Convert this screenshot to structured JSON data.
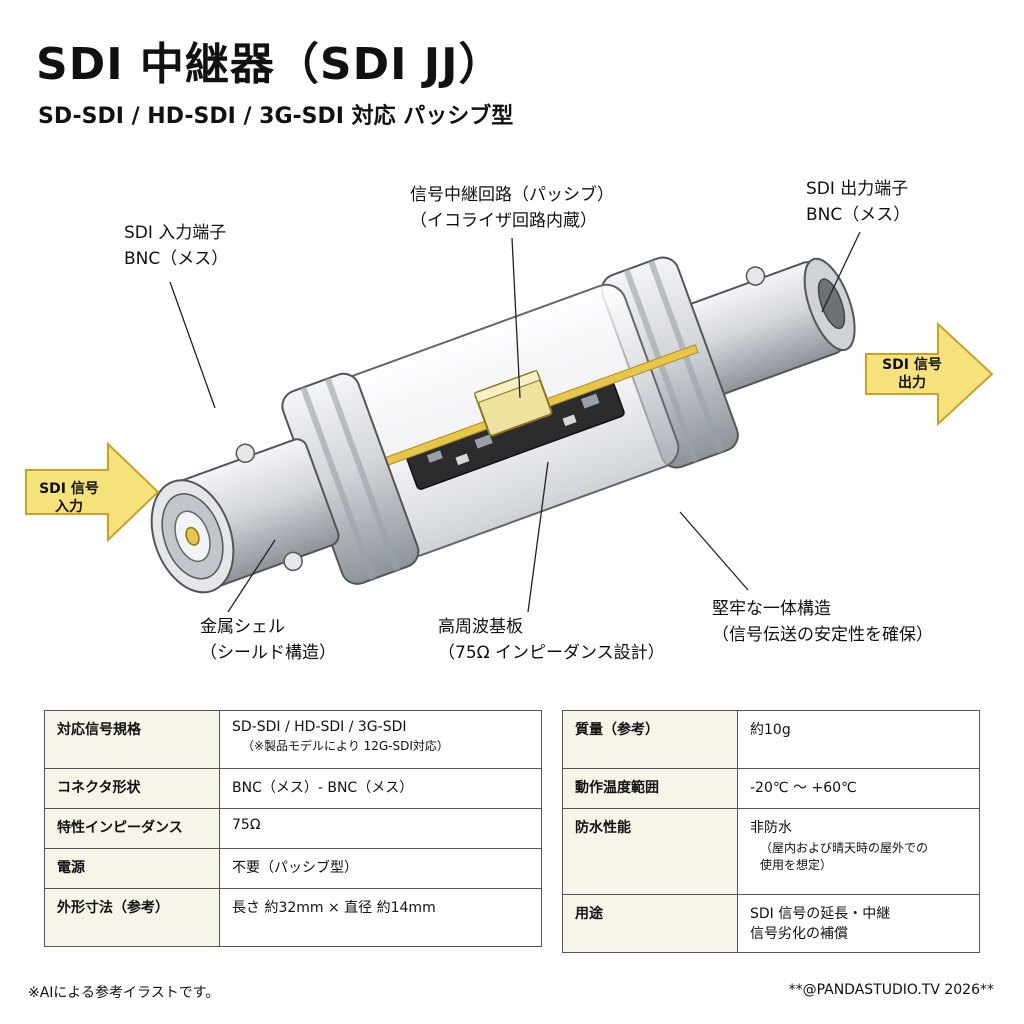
{
  "header": {
    "title": "SDI 中継器（SDI JJ）",
    "subtitle": "SD-SDI / HD-SDI / 3G-SDI 対応 パッシブ型"
  },
  "callouts": {
    "input_port": "SDI 入力端子\nBNC（メス）",
    "circuit": "信号中継回路（パッシブ）\n（イコライザ回路内蔵）",
    "output_port": "SDI 出力端子\nBNC（メス）",
    "shell": "金属シェル\n（シールド構造）",
    "board": "高周波基板\n（75Ω インピーダンス設計）",
    "structure": "堅牢な一体構造\n（信号伝送の安定性を確保）"
  },
  "arrows": {
    "input": "SDI 信号\n入力",
    "output": "SDI 信号\n出力"
  },
  "specs_left": [
    {
      "key": "対応信号規格",
      "value": "SD-SDI / HD-SDI / 3G-SDI",
      "note": "（※製品モデルにより 12G-SDI対応）"
    },
    {
      "key": "コネクタ形状",
      "value": "BNC（メス）- BNC（メス）",
      "note": ""
    },
    {
      "key": "特性インピーダンス",
      "value": "75Ω",
      "note": ""
    },
    {
      "key": "電源",
      "value": "不要（パッシブ型）",
      "note": ""
    },
    {
      "key": "外形寸法（参考）",
      "value": "長さ 約32mm × 直径 約14mm",
      "note": ""
    }
  ],
  "specs_right": [
    {
      "key": "質量（参考）",
      "value": "約10g",
      "note": ""
    },
    {
      "key": "動作温度範囲",
      "value": "-20℃ ～ +60℃",
      "note": ""
    },
    {
      "key": "防水性能",
      "value": "非防水",
      "note": "（屋内および晴天時の屋外での\n使用を想定）"
    },
    {
      "key": "用途",
      "value": "SDI 信号の延長・中継\n信号劣化の補償",
      "note": ""
    }
  ],
  "footer": {
    "disclaimer": "※AIによる参考イラストです。",
    "credit": "**@PANDASTUDIO.TV 2026**"
  },
  "colors": {
    "arrow_fill": "#f6e27a",
    "arrow_stroke": "#c9a227",
    "gold": "#e8c64a",
    "metal": "#c9ccd1",
    "board": "#2c2c2c",
    "header_cell": "#f7f4ea"
  }
}
